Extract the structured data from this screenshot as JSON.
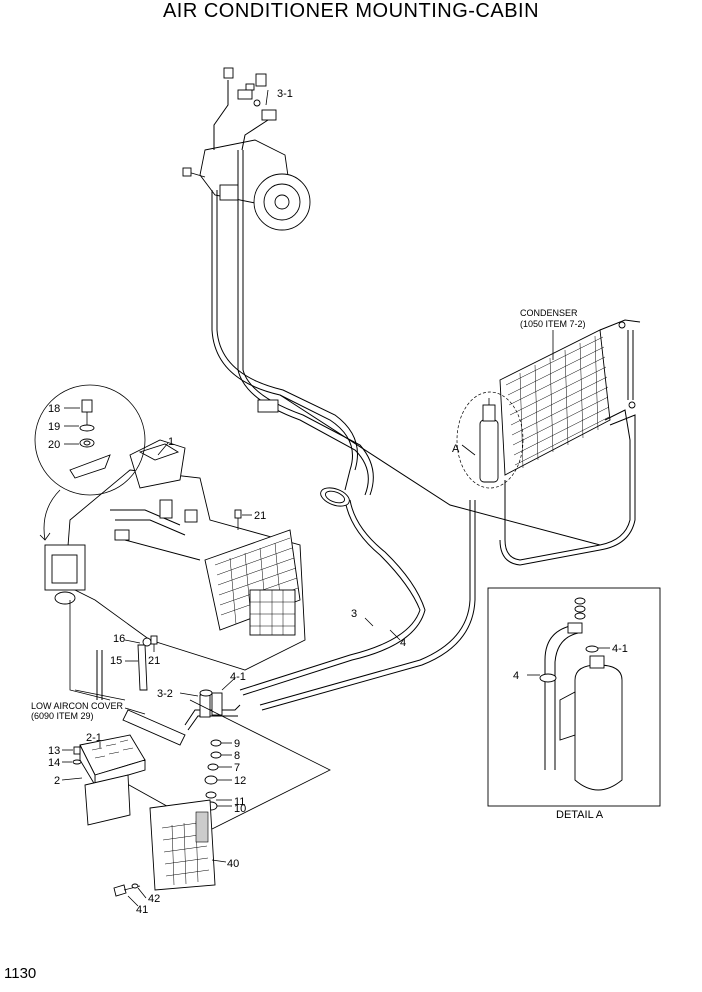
{
  "title": "AIR CONDITIONER MOUNTING-CABIN",
  "page_number": "1130",
  "callouts": {
    "condenser_name": "CONDENSER",
    "condenser_ref": "(1050 ITEM 7-2)",
    "low_aircon_cover_name": "LOW AIRCON COVER",
    "low_aircon_cover_ref": "(6090 ITEM 29)",
    "detail_marker": "A",
    "detail_caption": "DETAIL A"
  },
  "part_labels": {
    "p1": "1",
    "p2": "2",
    "p2_1": "2-1",
    "p3": "3",
    "p3_1": "3-1",
    "p3_2": "3-2",
    "p4": "4",
    "p4_1": "4-1",
    "p7": "7",
    "p8": "8",
    "p9": "9",
    "p10": "10",
    "p11": "11",
    "p12": "12",
    "p13": "13",
    "p14": "14",
    "p15": "15",
    "p16": "16",
    "p18": "18",
    "p19": "19",
    "p20": "20",
    "p21": "21",
    "p40": "40",
    "p41": "41",
    "p42": "42",
    "detail_p4": "4",
    "detail_p4_1": "4-1"
  }
}
